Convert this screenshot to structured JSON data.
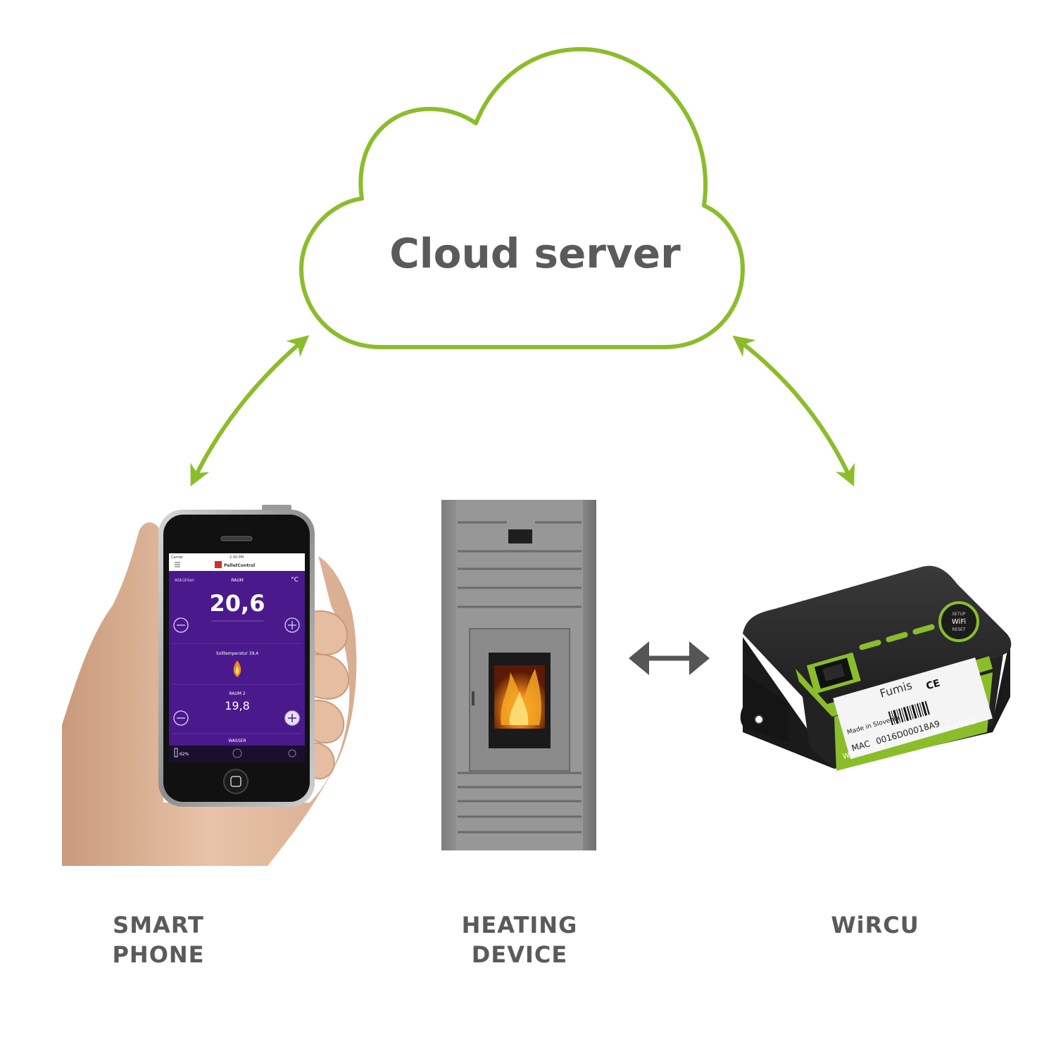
{
  "colors": {
    "accent_green": "#8bbd2b",
    "text_gray": "#5a5a5a",
    "arrow_gray": "#555555",
    "app_purple": "#4a1a8c",
    "app_brand_red": "#d42b2b"
  },
  "cloud": {
    "title": "Cloud server"
  },
  "nodes": {
    "smartphone": {
      "label_line1": "SMART",
      "label_line2": "PHONE"
    },
    "heating": {
      "label_line1": "HEATING",
      "label_line2": "DEVICE"
    },
    "wircu": {
      "label": "WiRCU"
    }
  },
  "phone_app": {
    "carrier": "Carrier",
    "time": "2:30 PM",
    "brand": "PelletControl",
    "mode": "Abkühlen",
    "zone1_label": "RAUM",
    "unit": "°C",
    "zone1_value": "20,6",
    "setpoint": "Solltemperatur 39,4",
    "zone2_label": "RAUM 2",
    "zone2_value": "19,8",
    "zone3_label": "WASSER",
    "battery": "62%"
  },
  "wircu_device": {
    "brand": "Fumis",
    "made_in": "Made in Slovenia",
    "mac_label": "MAC",
    "mac": "0016D00018A9",
    "warranty": "WARRANTY VOID IF REMOVED",
    "button_line1": "SETUP",
    "button_line2": "WiFi",
    "button_line3": "RESET"
  },
  "edges": [
    {
      "from": "smartphone",
      "to": "cloud",
      "direction": "bidirectional"
    },
    {
      "from": "wircu",
      "to": "cloud",
      "direction": "bidirectional"
    },
    {
      "from": "heating",
      "to": "wircu",
      "direction": "bidirectional"
    }
  ]
}
